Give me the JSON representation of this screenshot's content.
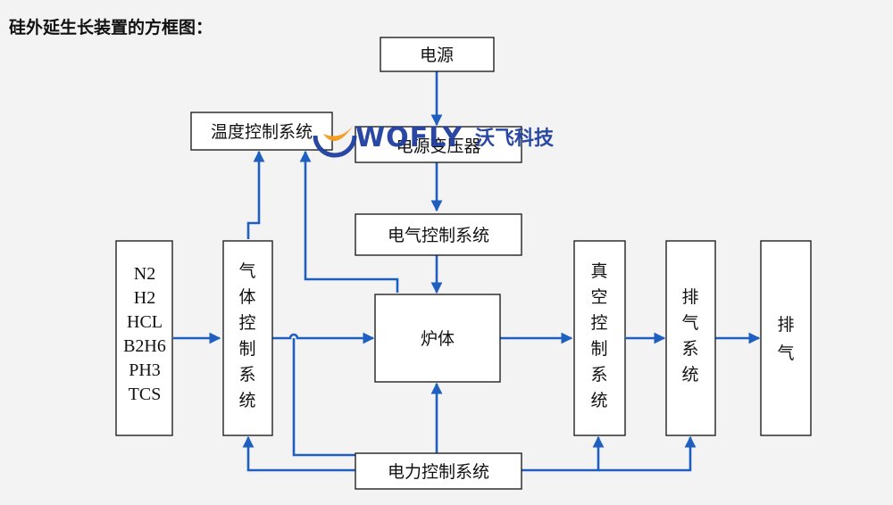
{
  "title": "硅外延生长装置的方框图：",
  "nodes": {
    "power": "电源",
    "transformer": "电源变压器",
    "temp_control": "温度控制系统",
    "elec_control": "电气控制系统",
    "furnace": "炉体",
    "gases": [
      "N2",
      "H2",
      "HCL",
      "B2H6",
      "PH3",
      "TCS"
    ],
    "gas_control": [
      "气",
      "体",
      "控",
      "制",
      "系",
      "统"
    ],
    "vacuum": [
      "真",
      "空",
      "控",
      "制",
      "系",
      "统"
    ],
    "exhaust_sys": [
      "排",
      "气",
      "系",
      "统"
    ],
    "exhaust": [
      "排",
      "气"
    ],
    "power_control": "电力控制系统"
  },
  "watermark": {
    "brand": "WOFLY",
    "cn": "沃飞科技"
  },
  "colors": {
    "arrow": "#1f5fbf",
    "watermark_blue": "#1f3f9f",
    "watermark_orange": "#f39a1e"
  }
}
